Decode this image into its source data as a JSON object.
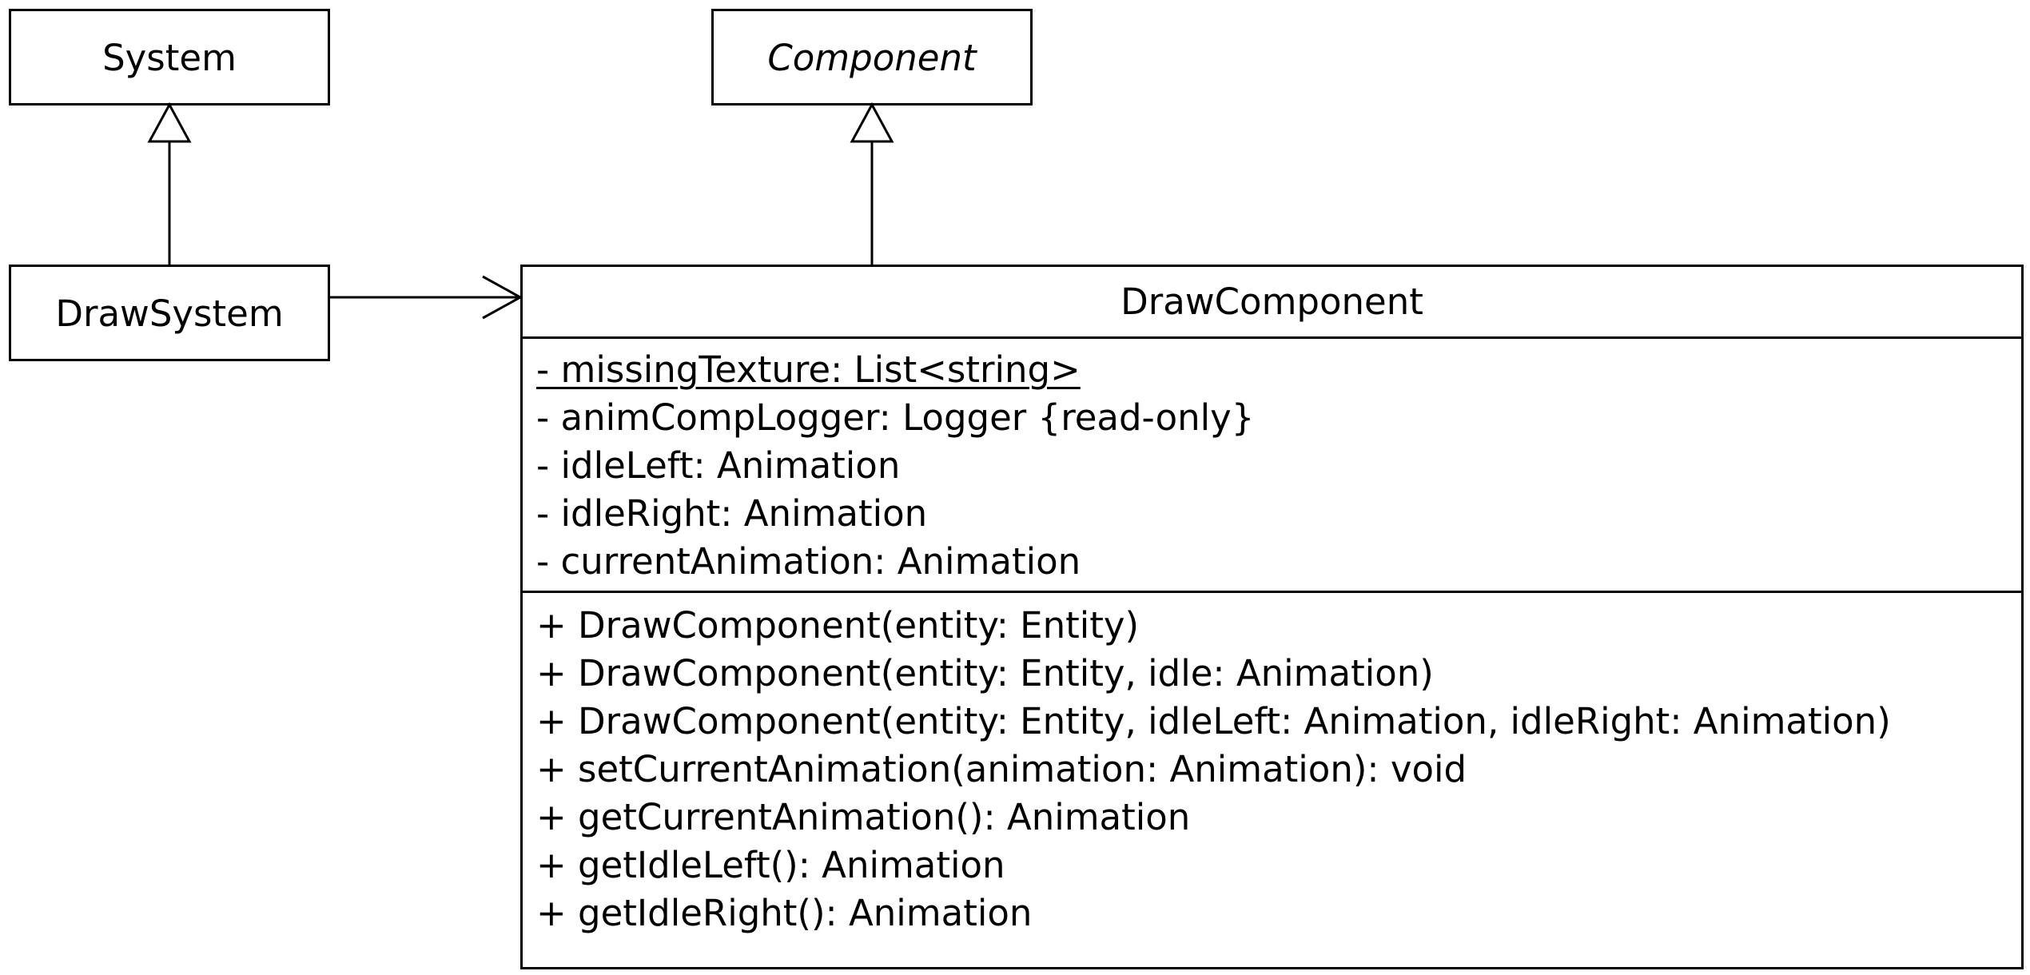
{
  "classes": {
    "system": {
      "name": "System",
      "abstract": false
    },
    "component": {
      "name": "Component",
      "abstract": true
    },
    "draw_system": {
      "name": "DrawSystem",
      "abstract": false
    },
    "draw_component": {
      "name": "DrawComponent",
      "attributes": [
        {
          "text": "- missingTexture: List<string>",
          "static": true
        },
        {
          "text": "- animCompLogger: Logger {read-only}",
          "static": false
        },
        {
          "text": "- idleLeft: Animation",
          "static": false
        },
        {
          "text": "- idleRight: Animation",
          "static": false
        },
        {
          "text": "- currentAnimation: Animation",
          "static": false
        }
      ],
      "operations": [
        "+ DrawComponent(entity: Entity)",
        "+ DrawComponent(entity: Entity, idle: Animation)",
        "+ DrawComponent(entity: Entity, idleLeft: Animation, idleRight: Animation)",
        "+ setCurrentAnimation(animation: Animation): void",
        "+ getCurrentAnimation(): Animation",
        "+ getIdleLeft(): Animation",
        "+ getIdleRight(): Animation"
      ]
    }
  },
  "relationships": [
    {
      "type": "generalization",
      "from": "DrawSystem",
      "to": "System"
    },
    {
      "type": "generalization",
      "from": "DrawComponent",
      "to": "Component"
    },
    {
      "type": "association",
      "from": "DrawSystem",
      "to": "DrawComponent",
      "navigable": true
    }
  ],
  "colors": {
    "line": "#000000",
    "background": "#ffffff"
  }
}
